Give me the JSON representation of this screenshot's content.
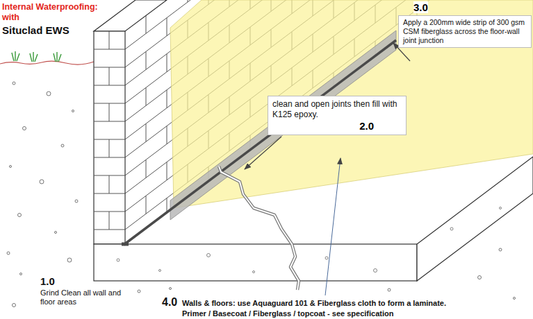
{
  "diagram": {
    "title": "Internal Waterproofing: with",
    "nodes": [
      {
        "text": [
          "3.0",
          "Apply a 200mm wide strip of 300 gsm CSM fiberglass across the floor-wall joint junction"
        ]
      },
      {
        "text": [
          "clean and open joints then fill with K125 epoxy.",
          "2.0"
        ]
      }
    ],
    "labels": [
      "Situclad EWS",
      "1.0",
      "Grind Clean all wall and floor areas",
      "4.0",
      "Walls & floors: use Aquaguard 101 & Fiberglass cloth to form a laminate.",
      "Primer / Basecoat / Fiberglass / topcoat - see specification"
    ]
  }
}
